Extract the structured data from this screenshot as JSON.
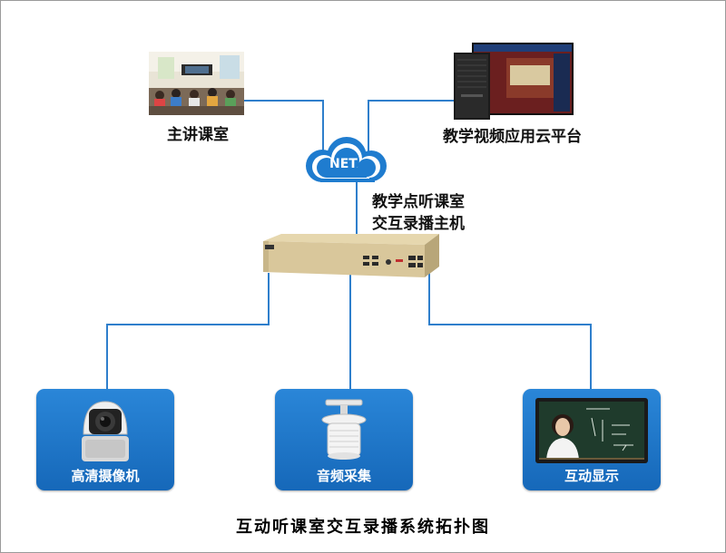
{
  "diagram": {
    "caption": "互动听课室交互录播系统拓扑图",
    "nodes": {
      "classroom": {
        "label": "主讲课室"
      },
      "cloud_platform": {
        "label": "教学视频应用云平台"
      },
      "network": {
        "label": "NET"
      },
      "host": {
        "label_line1": "教学点听课室",
        "label_line2": "交互录播主机"
      },
      "camera": {
        "label": "高清摄像机"
      },
      "audio": {
        "label": "音频采集"
      },
      "display": {
        "label": "互动显示"
      }
    },
    "colors": {
      "connector": "#2f7fcc",
      "panel": "#1c72c8",
      "cloud": "#1f7ccf",
      "host_body": "#d9c79b"
    },
    "icons": [
      "classroom-photo",
      "server-tower-icon",
      "cloud-icon",
      "recording-host-device",
      "ptz-camera-icon",
      "ceiling-microphone-icon",
      "interactive-display-icon"
    ]
  }
}
